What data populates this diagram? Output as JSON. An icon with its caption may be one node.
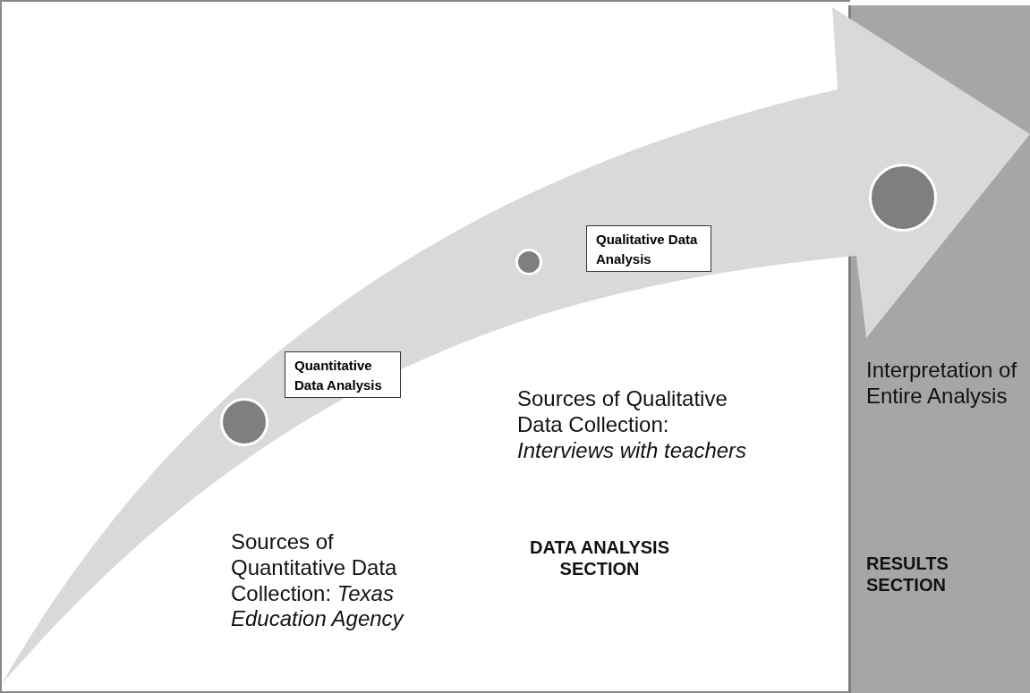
{
  "diagram": {
    "nodes": [
      {
        "text": [],
        "shape": "circle"
      },
      {
        "text": [
          "Quantitative Data Analysis"
        ]
      },
      {
        "text": [],
        "shape": "circle"
      },
      {
        "text": [
          "Qualitative Data Analysis"
        ]
      },
      {
        "text": [
          "Interpretation of Entire Analysis",
          "RESULTS SECTION"
        ]
      },
      {
        "text": [],
        "shape": "circle",
        "in": 4
      }
    ],
    "edges": [],
    "labels": [
      "Sources of Qualitative Data Collection: *Interviews with teachers*",
      "Sources of Quantitative Data Collection: *Texas Education Agency*",
      "DATA ANALYSIS SECTION"
    ]
  }
}
